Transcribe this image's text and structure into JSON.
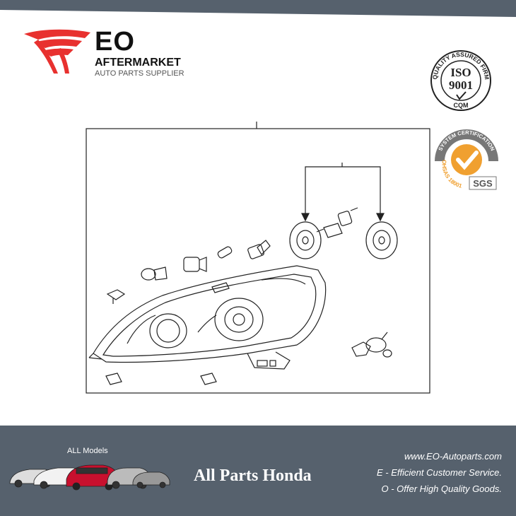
{
  "header": {
    "brand_primary": "EO",
    "brand_secondary": "AFTERMARKET",
    "brand_tagline": "AUTO PARTS SUPPLIER"
  },
  "badges": {
    "iso_ring_text": "QUALITY ASSURED FIRM",
    "iso_standard": "ISO",
    "iso_number": "9001",
    "iso_footer": "CQM",
    "sgs_ring_text": "SYSTEM CERTIFICATION",
    "sgs_standard": "OHSAS 18001",
    "sgs_brand": "SGS"
  },
  "footer": {
    "all_models": "ALL Models",
    "title": "All Parts Honda",
    "website": "www.EO-Autoparts.com",
    "line_e": "E - Efficient Customer Service.",
    "line_o": "O - Offer High Quality Goods."
  },
  "colors": {
    "brand_red": "#e8312f",
    "footer_bg": "#56616d",
    "top_band": "#56616d",
    "sgs_orange": "#f0a030"
  }
}
